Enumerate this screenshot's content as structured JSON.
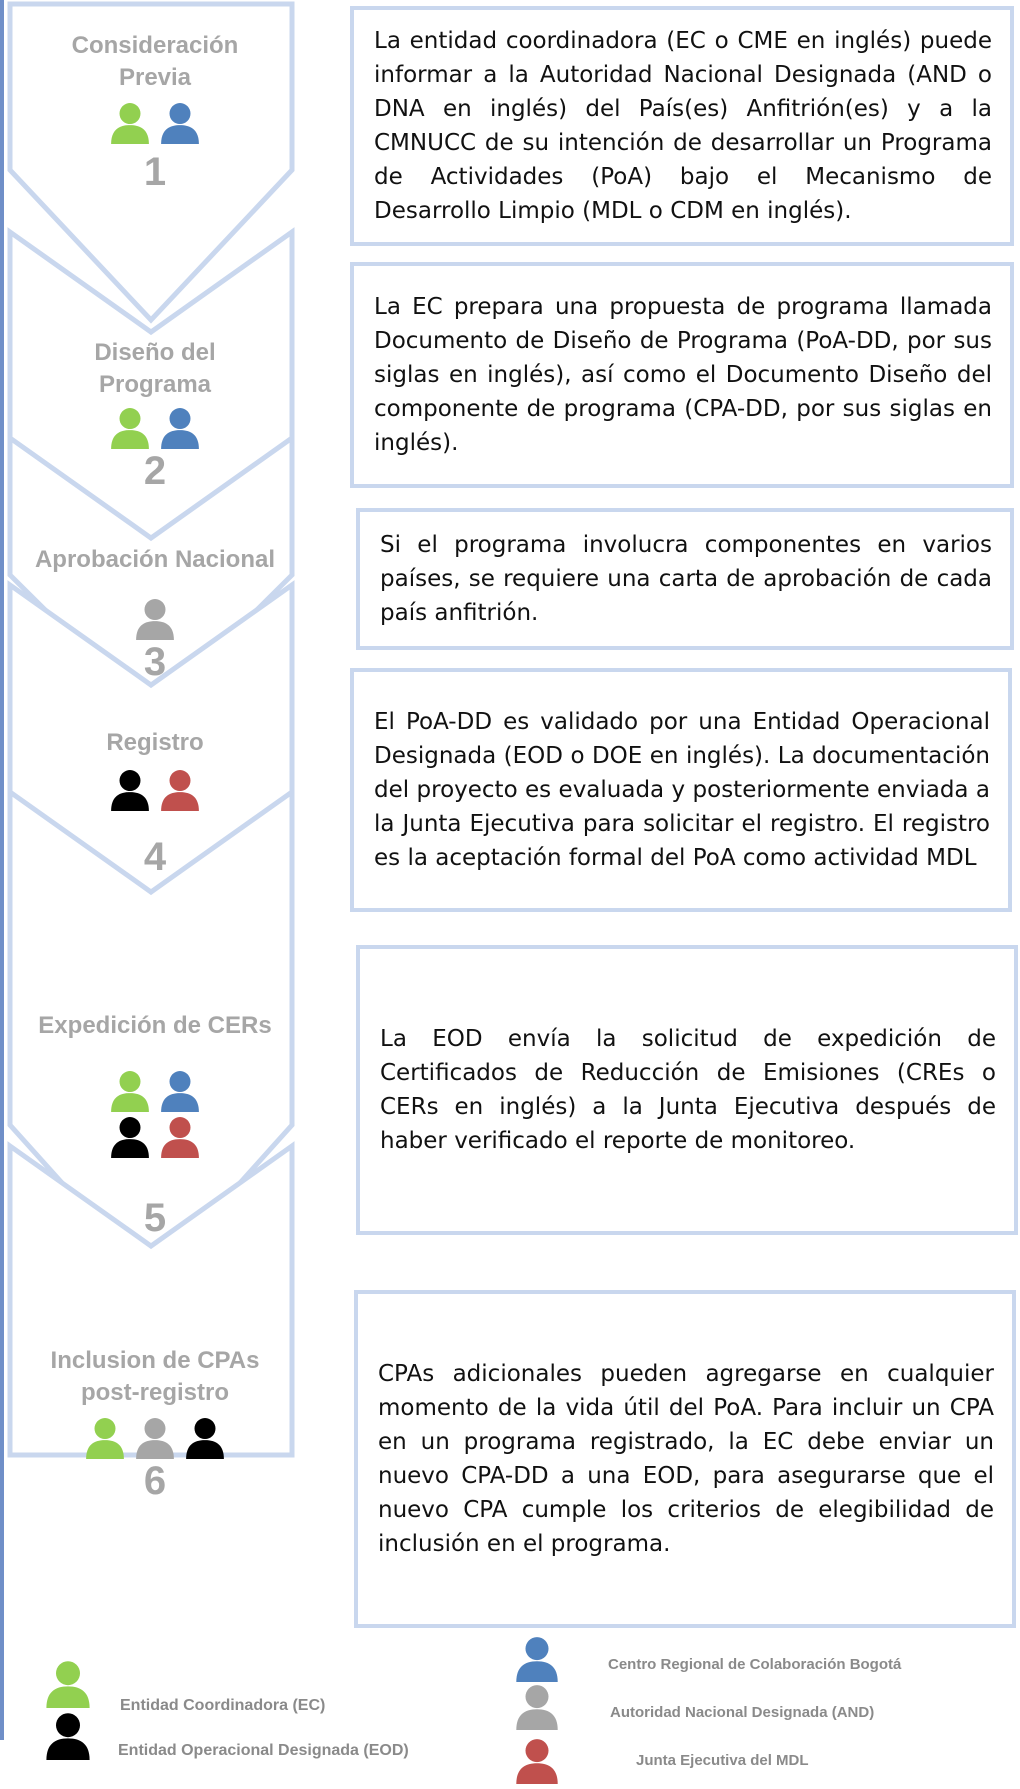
{
  "colors": {
    "ec": "#92d050",
    "crc": "#4f81bd",
    "and": "#a6a6a6",
    "eod": "#000000",
    "junta": "#c0504d",
    "chevron_border": "#c9d7ee",
    "box_border": "#c9d7ee",
    "title_text": "#a6a6a6"
  },
  "steps": [
    {
      "title_lines": [
        "Consideración",
        "Previa"
      ],
      "number": "1",
      "icons": [
        [
          "ec",
          "crc"
        ]
      ],
      "description": "La entidad coordinadora (EC o CME en inglés) puede informar a la Autoridad Nacional Designada (AND o DNA en inglés) del País(es) Anfitrión(es) y a la CMNUCC de su intención de desarrollar un Programa de Actividades (PoA) bajo el Mecanismo de Desarrollo Limpio (MDL o CDM en inglés)."
    },
    {
      "title_lines": [
        "Diseño del",
        "Programa"
      ],
      "number": "2",
      "icons": [
        [
          "ec",
          "crc"
        ]
      ],
      "description": "La EC prepara una propuesta de programa llamada Documento de Diseño de Programa (PoA-DD, por sus siglas en inglés), así como el Documento Diseño del componente de programa (CPA-DD, por sus siglas en inglés)."
    },
    {
      "title_lines": [
        "Aprobación Nacional"
      ],
      "number": "3",
      "icons": [
        [
          "and"
        ]
      ],
      "description": "Si el programa involucra componentes en varios países, se requiere una carta de aprobación de cada país anfitrión."
    },
    {
      "title_lines": [
        "Registro"
      ],
      "number": "4",
      "icons": [
        [
          "eod",
          "junta"
        ]
      ],
      "description": "El PoA-DD es validado por una Entidad Operacional Designada (EOD o DOE en inglés). La documentación del proyecto es evaluada y posteriormente enviada a la Junta Ejecutiva para solicitar el registro. El registro es la aceptación formal del PoA como actividad MDL"
    },
    {
      "title_lines": [
        "Expedición de CERs"
      ],
      "number": "5",
      "icons": [
        [
          "ec",
          "crc"
        ],
        [
          "eod",
          "junta"
        ]
      ],
      "description": "La EOD envía la solicitud de expedición de Certificados de Reducción de Emisiones (CREs o CERs en inglés) a la Junta Ejecutiva después de haber verificado el reporte de monitoreo."
    },
    {
      "title_lines": [
        "Inclusion de CPAs",
        "post-registro"
      ],
      "number": "6",
      "icons": [
        [
          "ec",
          "and",
          "eod"
        ]
      ],
      "description": "CPAs adicionales pueden agregarse en cualquier momento de la vida útil del PoA. Para incluir un CPA en un programa registrado, la EC debe enviar un nuevo CPA-DD a una EOD, para asegurarse que el nuevo CPA cumple los criterios de elegibilidad de inclusión en el programa."
    }
  ],
  "legend": {
    "ec": "Entidad Coordinadora (EC)",
    "eod": "Entidad Operacional Designada (EOD)",
    "crc": "Centro Regional de Colaboración Bogotá",
    "and": "Autoridad Nacional Designada (AND)",
    "junta": "Junta Ejecutiva del MDL"
  }
}
